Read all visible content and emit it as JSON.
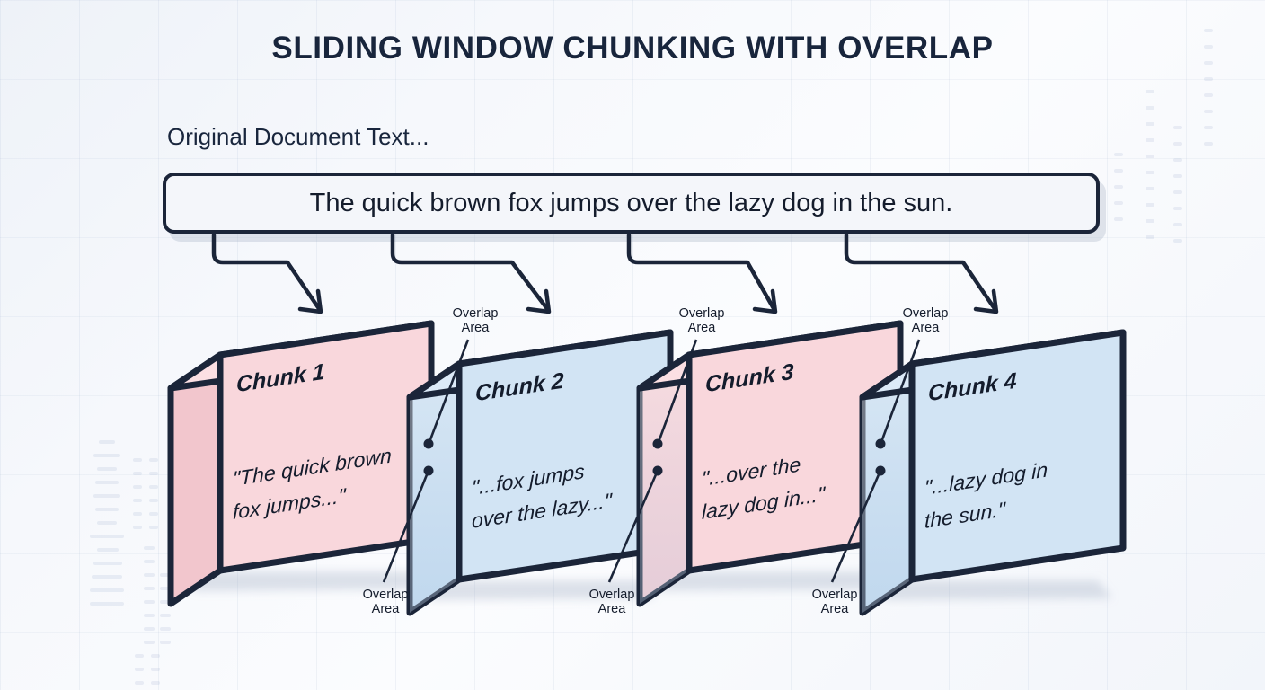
{
  "title": "SLIDING WINDOW CHUNKING WITH OVERLAP",
  "document": {
    "label": "Original Document Text...",
    "text": "The quick brown fox jumps over the lazy dog in the sun."
  },
  "overlap_label": "Overlap\nArea",
  "chunks": [
    {
      "name": "Chunk 1",
      "text_lines": [
        "\"The quick brown",
        "fox jumps...\""
      ],
      "color": "#f9d7dc",
      "top_color": "#fbdfe3",
      "side_color": "#f2c6cd"
    },
    {
      "name": "Chunk 2",
      "text_lines": [
        "\"...fox jumps",
        "over the lazy...\""
      ],
      "color": "#d2e4f4",
      "top_color": "#dceaf8",
      "side_color": "#bcd6ed"
    },
    {
      "name": "Chunk 3",
      "text_lines": [
        "\"...over the",
        "lazy dog in...\""
      ],
      "color": "#f9d7dc",
      "top_color": "#fbdfe3",
      "side_color": "#f2c6cd"
    },
    {
      "name": "Chunk 4",
      "text_lines": [
        "\"...lazy dog in",
        "the sun.\""
      ],
      "color": "#d2e4f4",
      "top_color": "#dceaf8",
      "side_color": "#bcd6ed"
    }
  ],
  "overlap_labels_top": [
    "Overlap\nArea",
    "Overlap\nArea",
    "Overlap\nArea"
  ],
  "overlap_labels_bottom": [
    "Overlap\nArea",
    "Overlap\nArea",
    "Overlap\nArea"
  ],
  "colors": {
    "stroke": "#1b2539",
    "pink": "#f9d7dc",
    "blue": "#d2e4f4",
    "background": "#f4f7fb",
    "text": "#141c2c"
  }
}
